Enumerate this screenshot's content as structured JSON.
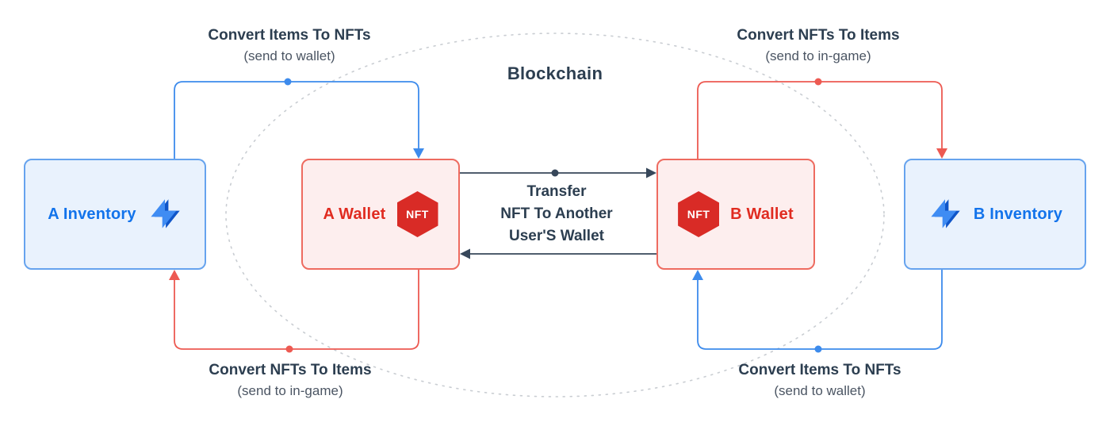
{
  "colors": {
    "blue": "#3d8bec",
    "red": "#ed5a52",
    "dark": "#37475a",
    "blueText": "#1273eb",
    "redText": "#e02b20",
    "blueFill": "#e9f2fd",
    "blueBorder": "#66a3ee",
    "redFill": "#fdeeee",
    "redBorder": "#ee6b60",
    "badge": "#d92b26",
    "iconLight": "#3f8cf3",
    "iconDark": "#0f55c8",
    "ellipse": "#c9cdd2",
    "title": "#2c3e50",
    "subtitle": "#4b5563"
  },
  "diagram": {
    "blockchain_label": "Blockchain",
    "nodes": {
      "a_inventory": "A Inventory",
      "a_wallet": "A Wallet",
      "b_wallet": "B Wallet",
      "b_inventory": "B Inventory",
      "nft_badge": "NFT"
    },
    "flows": {
      "top_left": {
        "title": "Convert Items To NFTs",
        "subtitle": "(send to wallet)"
      },
      "top_right": {
        "title": "Convert NFTs To Items",
        "subtitle": "(send to in-game)"
      },
      "bottom_left": {
        "title": "Convert NFTs To Items",
        "subtitle": "(send to in-game)"
      },
      "bottom_right": {
        "title": "Convert Items To NFTs",
        "subtitle": "(send to wallet)"
      },
      "center": {
        "line1": "Transfer",
        "line2": "NFT To Another",
        "line3": "User'S Wallet"
      }
    }
  }
}
